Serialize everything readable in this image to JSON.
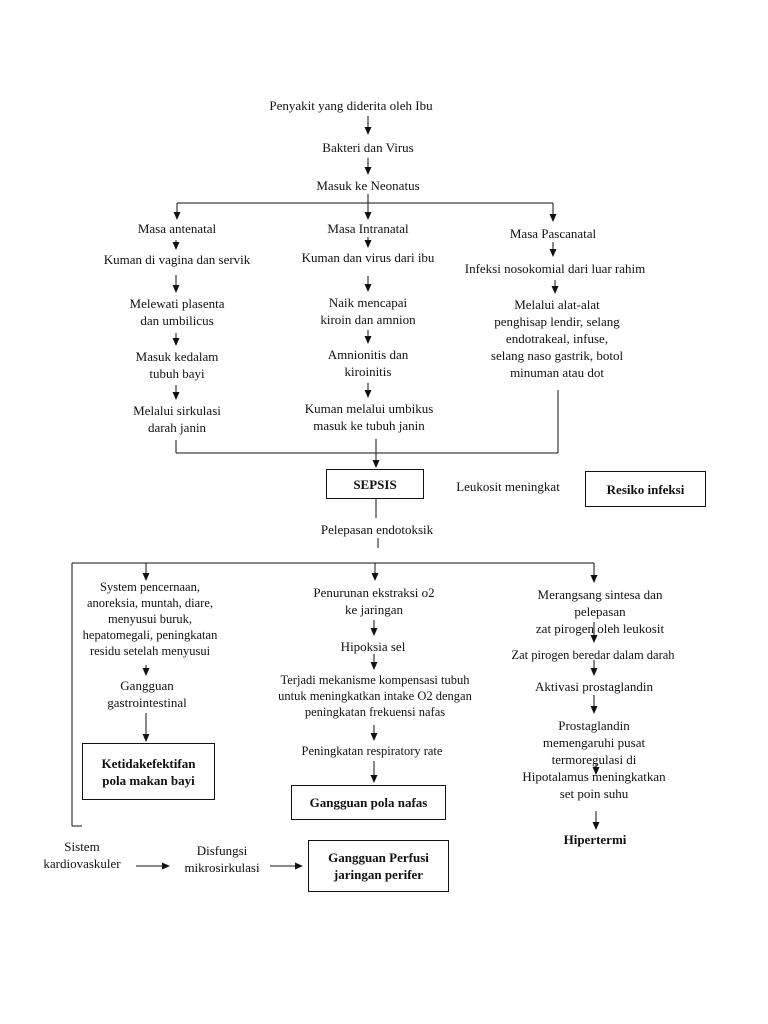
{
  "diagram": {
    "top": {
      "disease": "Penyakit yang diderita oleh Ibu",
      "agent": "Bakteri dan Virus",
      "entry": "Masuk ke Neonatus"
    },
    "antenatal": {
      "title": "Masa antenatal",
      "s1": "Kuman di vagina dan servik",
      "s2": "Melewati plasenta\ndan umbilicus",
      "s3": "Masuk kedalam\ntubuh bayi",
      "s4": "Melalui sirkulasi\ndarah janin"
    },
    "intranatal": {
      "title": "Masa Intranatal",
      "s1": "Kuman dan virus dari ibu",
      "s2": "Naik mencapai\nkiroin dan amnion",
      "s3": "Amnionitis dan\nkiroinitis",
      "s4": "Kuman melalui umbikus\nmasuk ke tubuh janin"
    },
    "pascanatal": {
      "title": "Masa Pascanatal",
      "s1": "Infeksi nosokomial dari luar rahim",
      "s2": "Melalui alat-alat\npenghisap lendir, selang\nendotrakeal, infuse,\nselang naso gastrik, botol\nminuman atau dot"
    },
    "middle": {
      "sepsis": "SEPSIS",
      "leukosit": "Leukosit meningkat",
      "resiko": "Resiko infeksi",
      "endotoksik": "Pelepasan endotoksik"
    },
    "left": {
      "s1": "System pencernaan,\nanoreksia, muntah, diare,\nmenyusui buruk,\nhepatomegali, peningkatan\nresidu setelah menyusui",
      "s2": "Gangguan\ngastrointestinal",
      "box": "Ketidakefektifan\npola makan bayi"
    },
    "center": {
      "s1": "Penurunan ekstraksi o2\nke jaringan",
      "s2": "Hipoksia sel",
      "s3": "Terjadi mekanisme kompensasi tubuh\nuntuk meningkatkan intake O2 dengan\npeningkatan frekuensi nafas",
      "s4": "Peningkatan respiratory rate",
      "box": "Gangguan pola nafas"
    },
    "right": {
      "s1": "Merangsang sintesa dan pelepasan\nzat pirogen oleh leukosit",
      "s2": "Zat pirogen beredar dalam darah",
      "s3": "Aktivasi prostaglandin",
      "s4": "Prostaglandin\nmemengaruhi pusat\ntermoregulasi di\nHipotalamus meningkatkan\nset poin suhu",
      "result": "Hipertermi"
    },
    "bottom": {
      "cardio": "Sistem\nkardiovaskuler",
      "micro": "Disfungsi\nmikrosirkulasi",
      "box": "Gangguan Perfusi\njaringan perifer"
    }
  }
}
